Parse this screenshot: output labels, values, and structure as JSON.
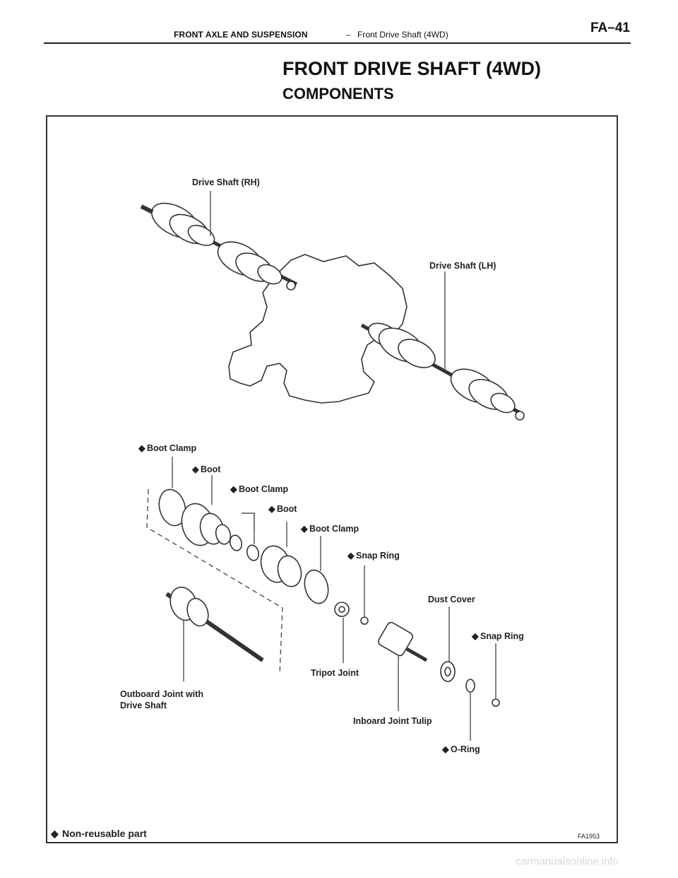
{
  "header": {
    "section": "FRONT AXLE AND SUSPENSION",
    "dash": "–",
    "subsection": "Front Drive Shaft (4WD)",
    "page_number": "FA–41"
  },
  "title": "FRONT DRIVE SHAFT (4WD)",
  "subtitle": "COMPONENTS",
  "figure": {
    "labels": {
      "drive_shaft_rh": "Drive Shaft (RH)",
      "drive_shaft_lh": "Drive Shaft (LH)",
      "boot_clamp_1": "Boot Clamp",
      "boot_1": "Boot",
      "boot_clamp_2": "Boot Clamp",
      "boot_2": "Boot",
      "boot_clamp_3": "Boot Clamp",
      "snap_ring_1": "Snap Ring",
      "dust_cover": "Dust Cover",
      "snap_ring_2": "Snap Ring",
      "tripot_joint": "Tripot Joint",
      "outboard_joint_line1": "Outboard Joint with",
      "outboard_joint_line2": "Drive Shaft",
      "inboard_joint_tulip": "Inboard Joint Tulip",
      "o_ring": "O-Ring"
    },
    "legend": "Non-reusable part",
    "legend_symbol": "◆",
    "figure_code": "FA1953"
  },
  "watermark": "carmanualsonline.info"
}
